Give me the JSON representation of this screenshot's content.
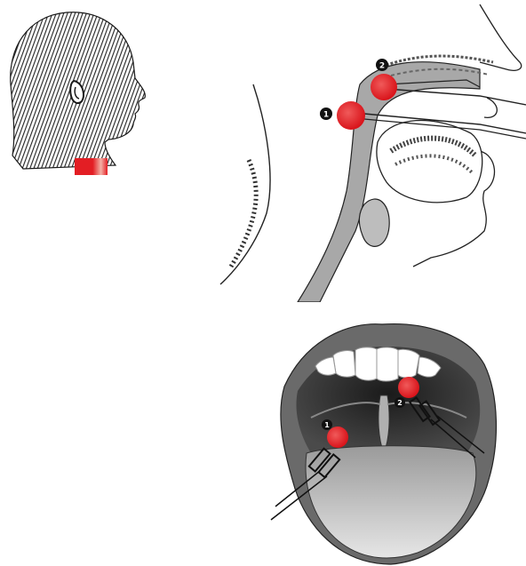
{
  "colors": {
    "highlight_red": "#e31e24",
    "marker_black": "#111111",
    "tissue_gray": "#a8a8a8",
    "line": "#222222"
  },
  "head_figure": {
    "icon": "head-profile-icon"
  },
  "sagittal_view": {
    "markers": [
      {
        "label": "1"
      },
      {
        "label": "2"
      }
    ]
  },
  "mouth_view": {
    "markers": [
      {
        "label": "1"
      },
      {
        "label": "2"
      }
    ]
  }
}
